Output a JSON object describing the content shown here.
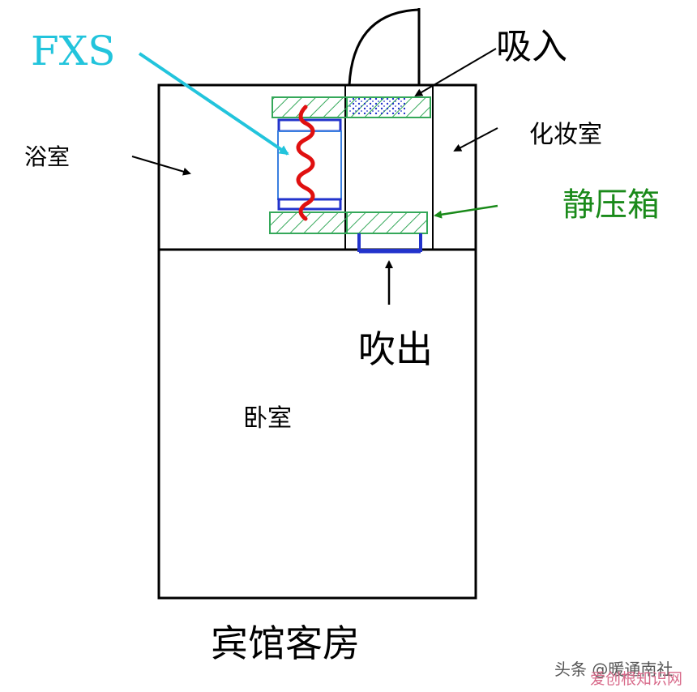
{
  "labels": {
    "fxs": "FXS",
    "intake": "吸入",
    "bathroom": "浴室",
    "dressing_room": "化妆室",
    "plenum_box": "静压箱",
    "outlet": "吹出",
    "bedroom": "卧室",
    "caption": "宾馆客房",
    "watermark": "头条 @暖通南社",
    "watermark_overlay": "爱创根知识网"
  },
  "colors": {
    "fxs": "#22c4dc",
    "plenum": "#1a8a1a",
    "hatch": "#35a85a",
    "coil": "#e01010",
    "unit": "#2233cc",
    "line": "#000000"
  }
}
